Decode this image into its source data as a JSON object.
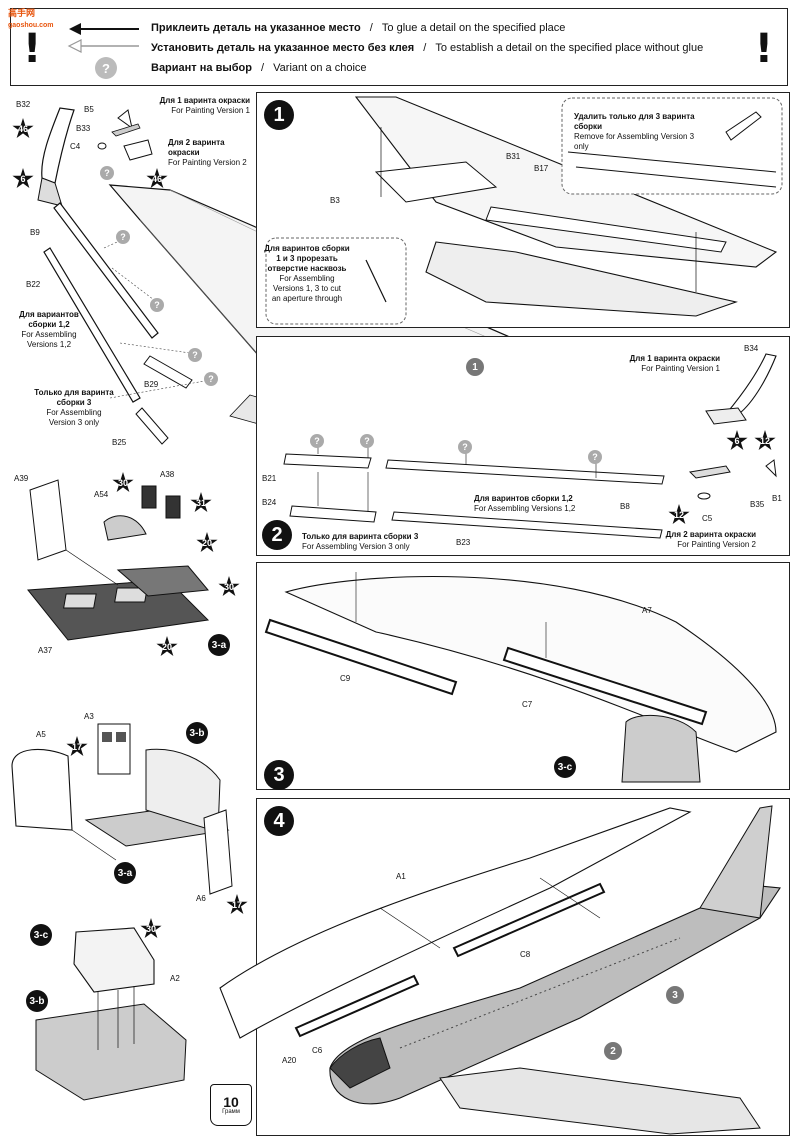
{
  "watermark": {
    "logo_text": "高手网",
    "site": "gaoshou.com"
  },
  "legend": {
    "row1_ru": "Приклеить деталь на указанное место",
    "row1_en": "To glue a detail on the specified place",
    "row2_ru": "Установить деталь на указанное место без клея",
    "row2_en": "To establish a detail on the specified place without glue",
    "row3_ru": "Вариант на выбор",
    "row3_en": "Variant on a choice",
    "separator": "/",
    "exclaim": "!",
    "question": "?"
  },
  "left_parts": {
    "B32": "B32",
    "B5": "B5",
    "B33": "B33",
    "C4": "C4",
    "B9": "B9",
    "B22": "B22",
    "B29": "B29",
    "B25": "B25",
    "star46a": "46",
    "star6": "6",
    "star46b": "46",
    "note_v1_ru": "Для 1 варинта окраски",
    "note_v1_en": "For Painting Version 1",
    "note_v2_ru": "Для 2 варинта окраски",
    "note_v2_en": "For Painting Version 2",
    "note_asm12_ru": "Для вариантов сборки 1,2",
    "note_asm12_en": "For Assembling Versions 1,2",
    "note_asm3_ru": "Только для варинта сборки 3",
    "note_asm3_en": "For Assembling Version 3 only"
  },
  "step1": {
    "num": "1",
    "B31": "B31",
    "B17": "B17",
    "B3": "B3",
    "remove_ru": "Удалить только для 3 варинта сборки",
    "remove_en": "Remove for Assembling Version 3 only",
    "cut_ru_1": "Для варинтов сборки",
    "cut_ru_2": "1 и 3 прорезать",
    "cut_ru_3": "отверстие насквозь",
    "cut_en_1": "For Assembling",
    "cut_en_2": "Versions 1, 3 to cut",
    "cut_en_3": "an aperture through"
  },
  "step2": {
    "num": "2",
    "sub1": "1",
    "B34": "B34",
    "B21": "B21",
    "B24": "B24",
    "B23": "B23",
    "B8": "B8",
    "B1": "B1",
    "B35": "B35",
    "C5": "C5",
    "star6": "6",
    "star12a": "12",
    "star12b": "12",
    "v1_ru": "Для 1 варинта окраски",
    "v1_en": "For Painting Version 1",
    "asm12_ru": "Для варинтов сборки 1,2",
    "asm12_en": "For Assembling Versions 1,2",
    "asm3_ru": "Только для варинта сборки 3",
    "asm3_en": "For Assembling Version 3 only",
    "v2_ru": "Для 2 варинта окраски",
    "v2_en": "For Painting Version 2"
  },
  "step3a": {
    "label": "3-a",
    "A39": "A39",
    "A54": "A54",
    "A38": "A38",
    "A37": "A37",
    "star30a": "30",
    "star31": "31",
    "star20a": "20",
    "star30b": "30",
    "star20b": "20"
  },
  "step3b": {
    "label": "3-b",
    "A3": "A3",
    "A5": "A5",
    "A6": "A6",
    "sub3a": "3-a",
    "star17a": "17",
    "star17b": "17"
  },
  "step3c": {
    "label": "3-c",
    "A2": "A2",
    "sub3b": "3-b",
    "star30": "30",
    "weight_num": "10",
    "weight_unit": "Грамм"
  },
  "step3": {
    "num": "3",
    "C9": "C9",
    "C7": "C7",
    "A7": "A7",
    "sub3c": "3-c"
  },
  "step4": {
    "num": "4",
    "A1": "A1",
    "C8": "C8",
    "C6": "C6",
    "A20": "A20",
    "sub3": "3",
    "sub2": "2"
  }
}
